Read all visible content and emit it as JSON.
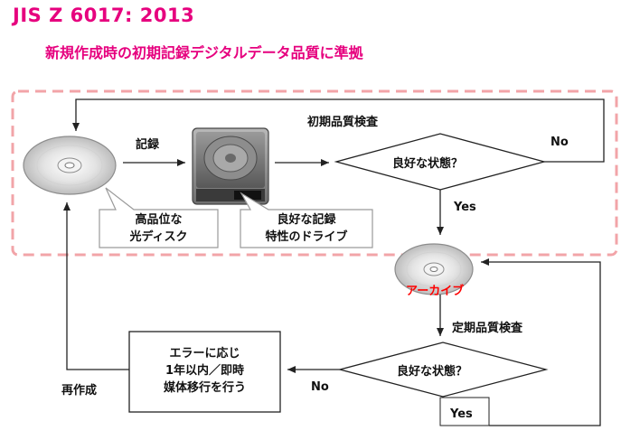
{
  "title": "JIS Z 6017: 2013",
  "subtitle": "新規作成時の初期記録デジタルデータ品質に準拠",
  "labels": {
    "record": "記録",
    "initial_check": "初期品質検査",
    "good_state_1": "良好な状態？",
    "no_1": "No",
    "yes_1": "Yes",
    "archive": "アーカイブ",
    "periodic_check": "定期品質検査",
    "good_state_2": "良好な状態？",
    "no_2": "No",
    "yes_2": "Yes",
    "recreate": "再作成"
  },
  "callouts": {
    "disc_quality": [
      "高品位な",
      "光ディスク"
    ],
    "drive_quality": [
      "良好な記録",
      "特性のドライブ"
    ]
  },
  "action_box": [
    "エラーに応じ",
    "1年以内／即時",
    "媒体移行を行う"
  ],
  "colors": {
    "title": "#e6007e",
    "dashed_border": "#f2a4a8",
    "archive_text": "#ff0000",
    "line": "#222222"
  },
  "icons": {
    "disc": "optical-disc-icon",
    "drive": "hard-drive-icon"
  }
}
